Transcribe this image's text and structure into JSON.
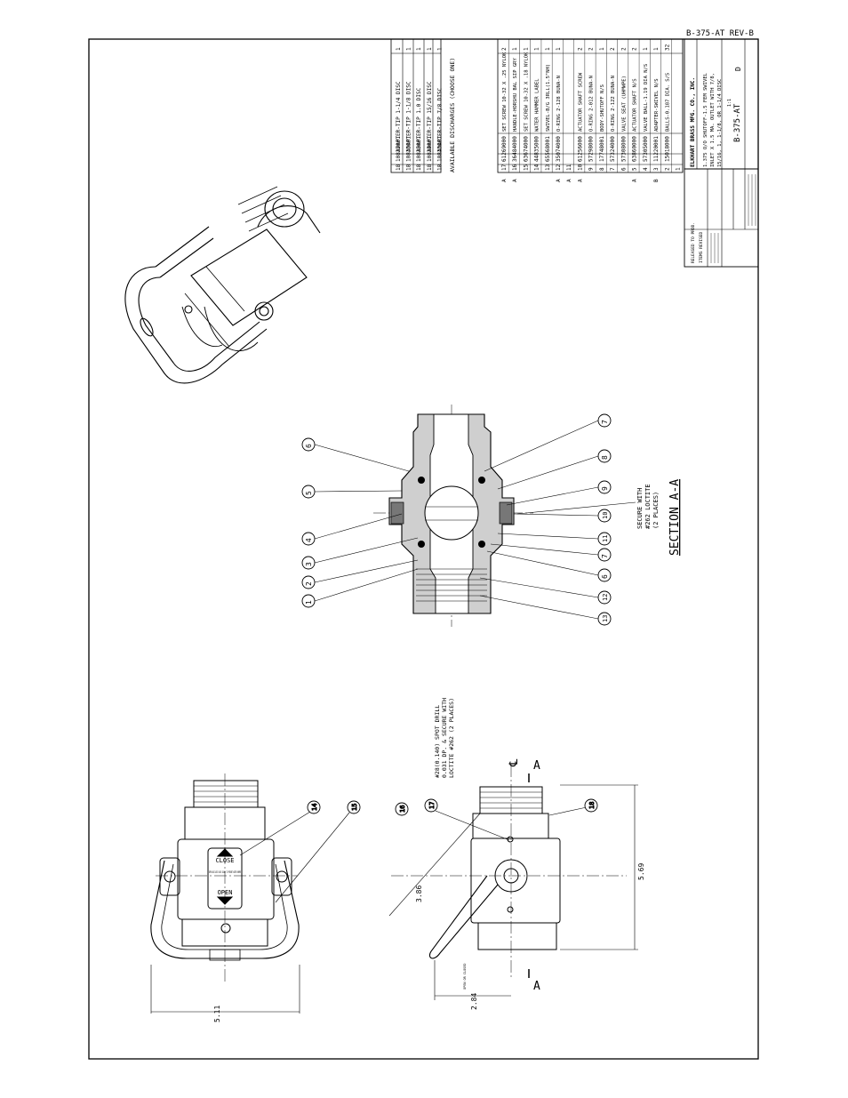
{
  "header": {
    "drawing_ref": "B-375-AT  REV-B"
  },
  "discharge_table": {
    "caption": "AVAILABLE DISCHARGES (CHOOSE ONE)",
    "rows": [
      {
        "item": "18",
        "part": "10837001",
        "desc": "ADAPTER-TIP 1-1/4 DISC",
        "qty": "1"
      },
      {
        "item": "18",
        "part": "10836001",
        "desc": "ADAPTER-TIP 1-1/8 DISC",
        "qty": "1"
      },
      {
        "item": "18",
        "part": "10835001",
        "desc": "ADAPTER-TIP 1.0 DISC",
        "qty": "1"
      },
      {
        "item": "18",
        "part": "10834001",
        "desc": "ADAPTER-TIP 15/16 DISC",
        "qty": "1"
      },
      {
        "item": "18",
        "part": "10833001",
        "desc": "ADAPTER-TIP 7/8 DISC",
        "qty": "1"
      }
    ]
  },
  "bom": {
    "rows": [
      {
        "mark": "A",
        "item": "17",
        "part": "61269000",
        "desc": "SET SCREW 10-32 X .25 NYLOK",
        "qty": "2"
      },
      {
        "mark": "A",
        "item": "16",
        "part": "36484000",
        "desc": "HANDLE-HORSHU BAL SIP GRY",
        "qty": "1"
      },
      {
        "mark": "",
        "item": "15",
        "part": "63674000",
        "desc": "SET SCREW 10-32 X .18 NYLOK",
        "qty": "1"
      },
      {
        "mark": "",
        "item": "14",
        "part": "44835000",
        "desc": "WATER HAMMER LABEL",
        "qty": "1"
      },
      {
        "mark": "",
        "item": "13",
        "part": "65568001",
        "desc": "SWIVEL-B/G 3RLL(1.5\"NH)",
        "qty": "1"
      },
      {
        "mark": "A",
        "item": "12",
        "part": "35074000",
        "desc": "O-RING 2-128 BUNA-N",
        "qty": "1"
      },
      {
        "mark": "A",
        "item": "11",
        "part": "",
        "desc": "",
        "qty": ""
      },
      {
        "mark": "A",
        "item": "10",
        "part": "61256000",
        "desc": "ACTUATOR SHAFT SCREW",
        "qty": "2"
      },
      {
        "mark": "",
        "item": "9",
        "part": "57298000",
        "desc": "O-RING 2-012 BUNA-N",
        "qty": "2"
      },
      {
        "mark": "",
        "item": "8",
        "part": "17748001",
        "desc": "BODY-SHUTOFF N/S",
        "qty": "1"
      },
      {
        "mark": "",
        "item": "7",
        "part": "57324000",
        "desc": "O-RING 2-122 BUNA-N",
        "qty": "2"
      },
      {
        "mark": "",
        "item": "6",
        "part": "57308000",
        "desc": "VALVE SEAT (UHMWPE)",
        "qty": "2"
      },
      {
        "mark": "A",
        "item": "5",
        "part": "63860000",
        "desc": "ACTUATOR SHAFT N/S",
        "qty": "2"
      },
      {
        "mark": "",
        "item": "4",
        "part": "57305000",
        "desc": "VALVE BALL-1.19 DIA N/S",
        "qty": "1"
      },
      {
        "mark": "B",
        "item": "3",
        "part": "11220001",
        "desc": "ADAPTER-SWIVEL N/S",
        "qty": "1"
      },
      {
        "mark": "",
        "item": "2",
        "part": "15018000",
        "desc": "BALLS-0.187 DIA. S/S",
        "qty": "32"
      },
      {
        "mark": "",
        "item": "1",
        "part": "",
        "desc": "",
        "qty": ""
      }
    ]
  },
  "title_block": {
    "company": "ELKHART BRASS MFG. CO., INC.",
    "description": [
      "1.375 O/O SHUTOFF-1.5 FEM SWIVEL",
      "INLET X 1.5 MA. OUTLET WITH 7/8,",
      "15/16, 1, 1-1/8, OR 1-1/4 DISC"
    ],
    "drawing_number": "B-375-AT",
    "size": "D",
    "scale": "1:1",
    "revisions": [
      {
        "rev": "A",
        "text": "RELEASED TO PROD."
      },
      {
        "rev": "B",
        "text": "ITEMS REVISED"
      }
    ]
  },
  "section": {
    "title": "SECTION A-A",
    "note": [
      "SECURE WITH",
      "#262 LOCTITE",
      "(2 PLACES)"
    ],
    "balloons": [
      "1",
      "2",
      "3",
      "4",
      "5",
      "6",
      "7",
      "8",
      "9",
      "10",
      "11",
      "7",
      "6",
      "12",
      "13"
    ]
  },
  "front_view": {
    "label_top": "CLOSE",
    "label_mid": "OPEN AND CLOSE VALVE SLOWLY TO PREVENT WATER HAMMER",
    "label_bottom": "OPEN",
    "dimension": "5.11",
    "balloons": [
      "14",
      "15"
    ]
  },
  "side_view": {
    "note": [
      "#28(0.140) SPOT DRILL",
      "0.031 DP. & SECURE WITH",
      "LOCTITE #262 (2 PLACES)"
    ],
    "dim_overall": "5.69",
    "dim_handle": "3.86",
    "dim_bottom": "2.84",
    "open_label": "OPEN OR CLOSED",
    "section_mark": "A",
    "centerline": "℄",
    "balloons": [
      "16",
      "17",
      "18"
    ]
  }
}
